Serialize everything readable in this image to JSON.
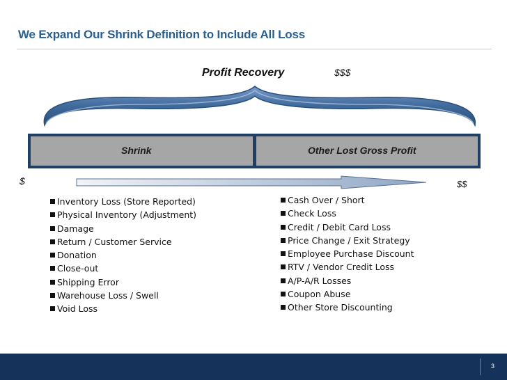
{
  "slide": {
    "title": "We Expand Our Shrink Definition to Include All Loss",
    "profit_recovery_label": "Profit Recovery",
    "profit_recovery_amount": "$$$",
    "bar": {
      "left_label": "Shrink",
      "right_label": "Other Lost Gross Profit"
    },
    "axis": {
      "low_label": "$",
      "high_label": "$$"
    },
    "shrink_items": [
      "Inventory Loss (Store Reported)",
      "Physical Inventory (Adjustment)",
      "Damage",
      "Return / Customer Service",
      "Donation",
      "Close-out",
      "Shipping Error",
      "Warehouse Loss / Swell",
      "Void Loss"
    ],
    "other_items": [
      "Cash Over / Short",
      "Check Loss",
      "Credit / Debit Card Loss",
      "Price Change / Exit Strategy",
      "Employee Purchase Discount",
      "RTV / Vendor Credit Loss",
      "A/P-A/R Losses",
      "Coupon Abuse",
      "Other Store Discounting"
    ],
    "page_number": "3"
  },
  "colors": {
    "title": "#2a5f8f",
    "bar_border": "#1e3f66",
    "bar_fill": "#a6a6a6",
    "brace_fill": "#3f6b9c",
    "footer": "#15325a"
  }
}
